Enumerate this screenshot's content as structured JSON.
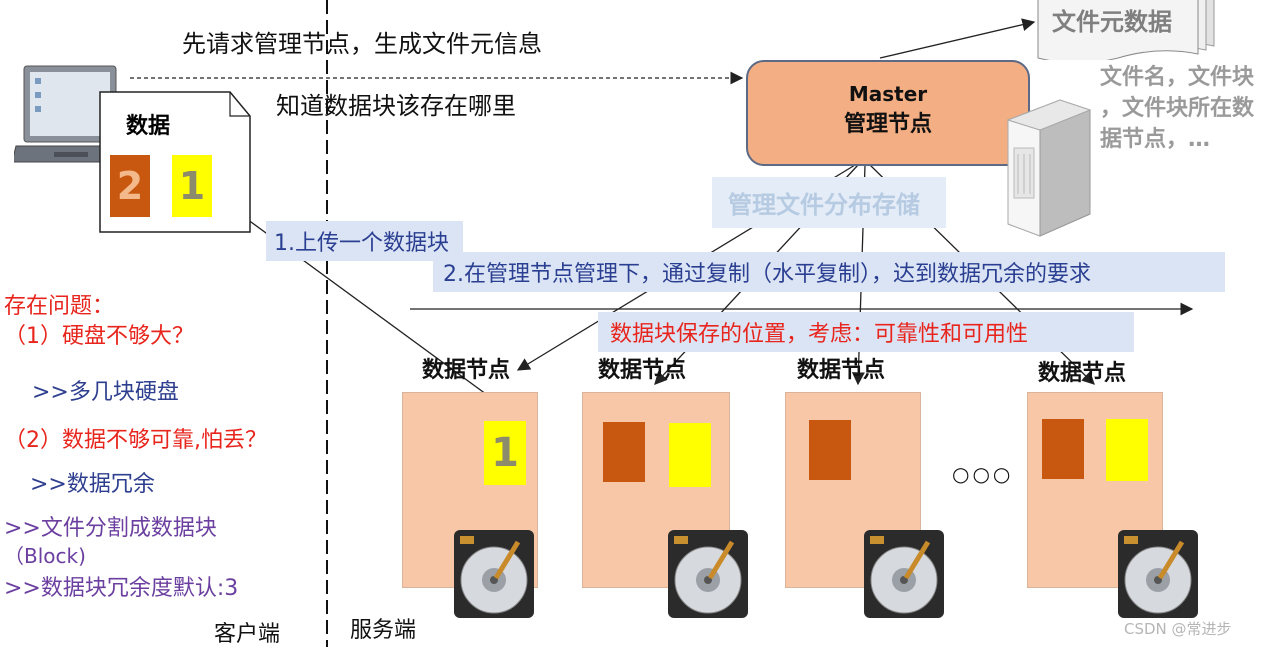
{
  "top_request_text": "先请求管理节点，生成文件元信息",
  "top_know_text": "知道数据块该存在哪里",
  "metadata_doc_label": "文件元数据",
  "metadata_detail_lines": [
    "文件名，文件块",
    "，文件块所在数",
    "据节点，…"
  ],
  "master": {
    "title": "Master",
    "subtitle": "管理节点"
  },
  "manage_storage_label": "管理文件分布存储",
  "client_file": {
    "label": "数据",
    "block2": "2",
    "block1": "1"
  },
  "step1": "1.上传一个数据块",
  "step2": "2.在管理节点管理下，通过复制（水平复制），达到数据冗余的要求",
  "placement_note": "数据块保存的位置，考虑：可靠性和可用性",
  "data_nodes": [
    {
      "label": "数据节点",
      "block_label": "1"
    },
    {
      "label": "数据节点"
    },
    {
      "label": "数据节点"
    },
    {
      "label": "数据节点"
    }
  ],
  "ellipsis": "○○○",
  "problems": {
    "heading": "存在问题：",
    "q1": "（1）硬盘不够大？",
    "a1": ">>多几块硬盘",
    "q2": "（2）数据不够可靠,怕丢？",
    "a2": ">>数据冗余",
    "n1": ">>文件分割成数据块",
    "n1b": "（Block)",
    "n2": ">>数据块冗余度默认:3"
  },
  "client_label": "客户端",
  "server_label": "服务端",
  "watermark": "CSDN @常进步",
  "colors": {
    "block_orange": "#c8570f",
    "block_yellow": "#ffff00",
    "node_fill": "#f8c7a7",
    "master_fill": "#f4ae83"
  }
}
